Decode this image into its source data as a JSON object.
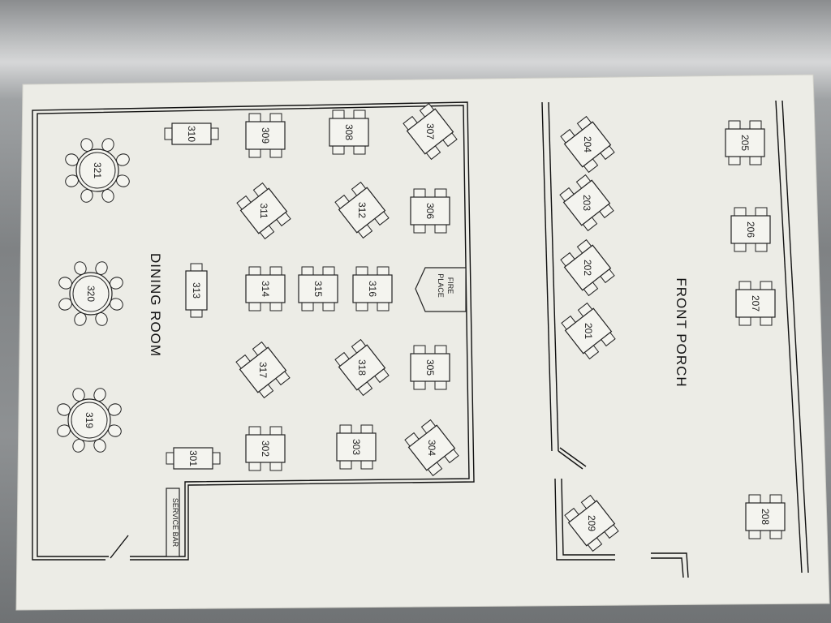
{
  "rooms": {
    "dining_room": "DINING ROOM",
    "front_porch": "FRONT PORCH",
    "fireplace": [
      "FIRE",
      "PLACE"
    ],
    "service_bar": "SERVICE BAR"
  },
  "tables": [
    {
      "id": "321",
      "shape": "round",
      "seats": 8
    },
    {
      "id": "320",
      "shape": "round",
      "seats": 8
    },
    {
      "id": "319",
      "shape": "round",
      "seats": 8
    },
    {
      "id": "310",
      "shape": "rect2",
      "seats": 2
    },
    {
      "id": "309",
      "shape": "rect4",
      "seats": 4
    },
    {
      "id": "308",
      "shape": "rect4",
      "seats": 4
    },
    {
      "id": "307",
      "shape": "diag4",
      "seats": 4
    },
    {
      "id": "311",
      "shape": "diag4",
      "seats": 4
    },
    {
      "id": "312",
      "shape": "diag4",
      "seats": 4
    },
    {
      "id": "306",
      "shape": "rect4",
      "seats": 4
    },
    {
      "id": "313",
      "shape": "rect2",
      "seats": 2
    },
    {
      "id": "314",
      "shape": "rect4",
      "seats": 4
    },
    {
      "id": "315",
      "shape": "rect4",
      "seats": 4
    },
    {
      "id": "316",
      "shape": "rect4",
      "seats": 4
    },
    {
      "id": "317",
      "shape": "diag4",
      "seats": 4
    },
    {
      "id": "318",
      "shape": "diag4",
      "seats": 4
    },
    {
      "id": "305",
      "shape": "rect4",
      "seats": 4
    },
    {
      "id": "301",
      "shape": "rect2",
      "seats": 2
    },
    {
      "id": "302",
      "shape": "rect4",
      "seats": 4
    },
    {
      "id": "303",
      "shape": "rect4",
      "seats": 4
    },
    {
      "id": "304",
      "shape": "diag4",
      "seats": 4
    },
    {
      "id": "204",
      "shape": "diag4",
      "seats": 4
    },
    {
      "id": "203",
      "shape": "diag4",
      "seats": 4
    },
    {
      "id": "202",
      "shape": "diag4",
      "seats": 4
    },
    {
      "id": "201",
      "shape": "diag4",
      "seats": 4
    },
    {
      "id": "209",
      "shape": "diag4",
      "seats": 4
    },
    {
      "id": "205",
      "shape": "rect4",
      "seats": 4
    },
    {
      "id": "206",
      "shape": "rect4",
      "seats": 4
    },
    {
      "id": "207",
      "shape": "rect4",
      "seats": 4
    },
    {
      "id": "208",
      "shape": "rect4",
      "seats": 4
    }
  ]
}
